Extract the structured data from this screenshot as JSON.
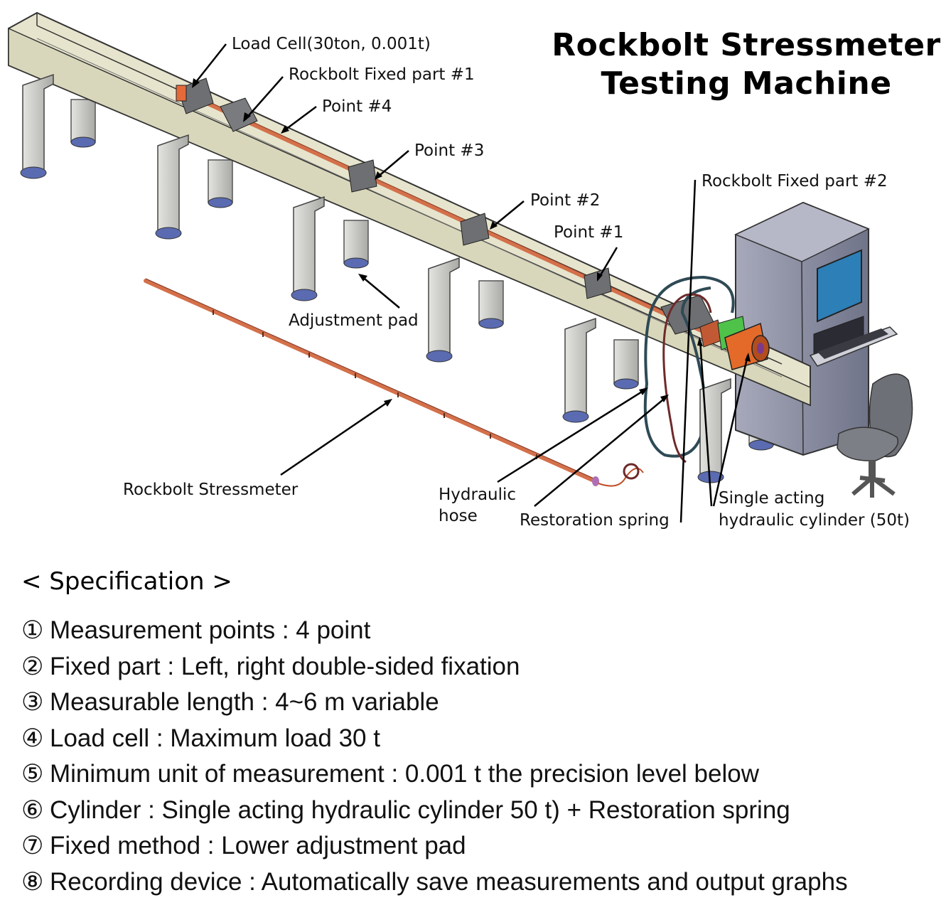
{
  "title": {
    "line1": "Rockbolt Stressmeter",
    "line2": "Testing Machine"
  },
  "callouts": {
    "load_cell": "Load Cell(30ton, 0.001t)",
    "fixed_part_1": "Rockbolt Fixed part #1",
    "point_4": "Point #4",
    "point_3": "Point #3",
    "point_2": "Point #2",
    "point_1": "Point #1",
    "fixed_part_2": "Rockbolt Fixed part #2",
    "adjustment_pad": "Adjustment pad",
    "stressmeter": "Rockbolt Stressmeter",
    "hydraulic_hose_1": "Hydraulic",
    "hydraulic_hose_2": "hose",
    "restoration_spring": "Restoration spring",
    "cylinder_1": "Single acting",
    "cylinder_2": "hydraulic cylinder (50t)"
  },
  "specification": {
    "heading": "< Specification >",
    "items": [
      {
        "num": "①",
        "text": "Measurement points : 4 point"
      },
      {
        "num": "②",
        "text": "Fixed part : Left, right double-sided fixation"
      },
      {
        "num": "③",
        "text": "Measurable length : 4~6 m variable"
      },
      {
        "num": "④",
        "text": "Load cell : Maximum load 30 t"
      },
      {
        "num": "⑤",
        "text": "Minimum unit of measurement : 0.001 t the precision level below"
      },
      {
        "num": "⑥",
        "text": "Cylinder : Single acting hydraulic cylinder 50 t) + Restoration spring"
      },
      {
        "num": "⑦",
        "text": "Fixed method : Lower adjustment pad"
      },
      {
        "num": "⑧",
        "text": "Recording device : Automatically save measurements and output graphs"
      }
    ]
  },
  "colors": {
    "beam": "#e6e4cc",
    "beam_side": "#c9c6a6",
    "leg": "#c7c8c4",
    "pad": "#5a6bb2",
    "rod": "#d4704a",
    "cabinet": "#8f92a8",
    "screen": "#2d7fb8",
    "cylinder": "#e46a2a",
    "clamp": "#4fc24a"
  }
}
